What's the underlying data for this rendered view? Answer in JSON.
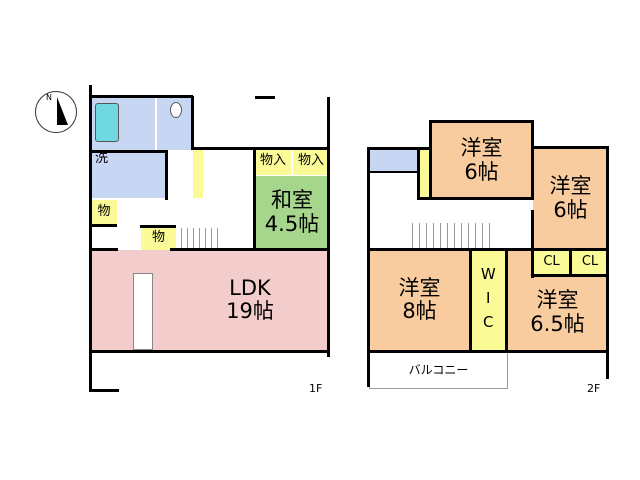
{
  "compass": {
    "north_label": "N"
  },
  "floor1": {
    "label": "1F",
    "rooms": {
      "wash": "洗",
      "storage1": "物",
      "storage2": "物",
      "closet1": "物入",
      "closet2": "物入",
      "washitsu_name": "和室",
      "washitsu_size": "4.5帖",
      "ldk_name": "LDK",
      "ldk_size": "19帖"
    }
  },
  "floor2": {
    "label": "2F",
    "rooms": {
      "room_a_name": "洋室",
      "room_a_size": "6帖",
      "room_b_name": "洋室",
      "room_b_size": "6帖",
      "room_c_name": "洋室",
      "room_c_size": "8帖",
      "room_d_name": "洋室",
      "room_d_size": "6.5帖",
      "wic": "WIC",
      "cl1": "CL",
      "cl2": "CL",
      "balcony": "バルコニー"
    }
  }
}
